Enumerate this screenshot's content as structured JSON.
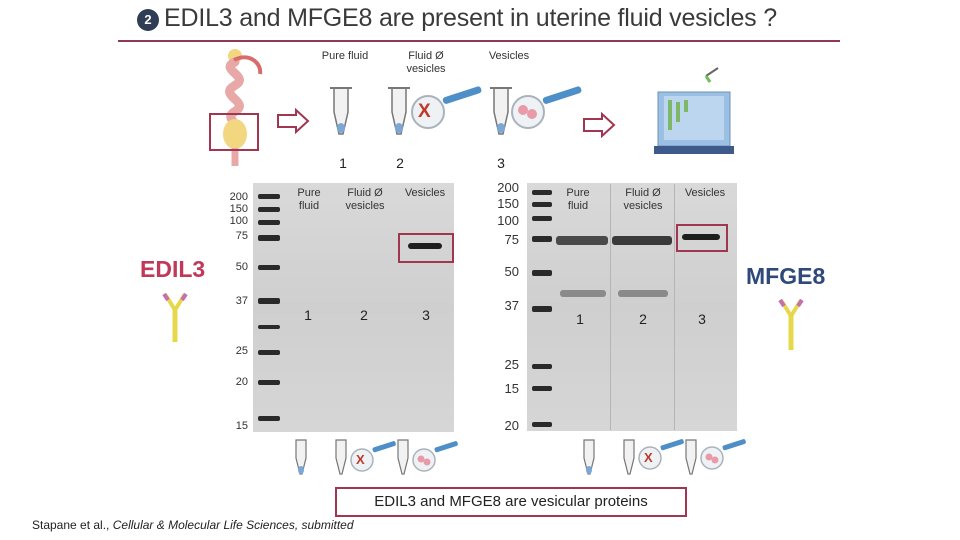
{
  "title": {
    "badge": "2",
    "text": "EDIL3 and MFGE8 are present in uterine fluid vesicles ?"
  },
  "workflow": {
    "headers": [
      "Pure fluid",
      "Fluid Ø\nvesicles",
      "Vesicles"
    ],
    "numbers": [
      "1",
      "2",
      "3"
    ],
    "cross": "X"
  },
  "edil3_blot": {
    "protein": "EDIL3",
    "lane_headers": [
      "Pure\nfluid",
      "Fluid Ø\nvesicles",
      "Vesicles"
    ],
    "lane_numbers": [
      "1",
      "2",
      "3"
    ],
    "markers": [
      "200",
      "150",
      "100",
      "75",
      "50",
      "37",
      "25",
      "20",
      "15"
    ],
    "cross": "X"
  },
  "mfge8_blot": {
    "protein": "MFGE8",
    "lane_headers": [
      "Pure\nfluid",
      "Fluid Ø\nvesicles",
      "Vesicles"
    ],
    "lane_numbers": [
      "1",
      "2",
      "3"
    ],
    "markers": [
      "200",
      "150",
      "100",
      "75",
      "50",
      "37",
      "25",
      "15",
      "20"
    ],
    "cross": "X"
  },
  "conclusion": "EDIL3 and MFGE8 are vesicular proteins",
  "citation": {
    "authors": "Stapane et al., ",
    "journal": "Cellular & Molecular Life Sciences, submitted"
  },
  "colors": {
    "accent": "#a0364f",
    "edil3": "#c0395b",
    "mfge8": "#2f4a7a",
    "antibody": "#e6d84a"
  }
}
